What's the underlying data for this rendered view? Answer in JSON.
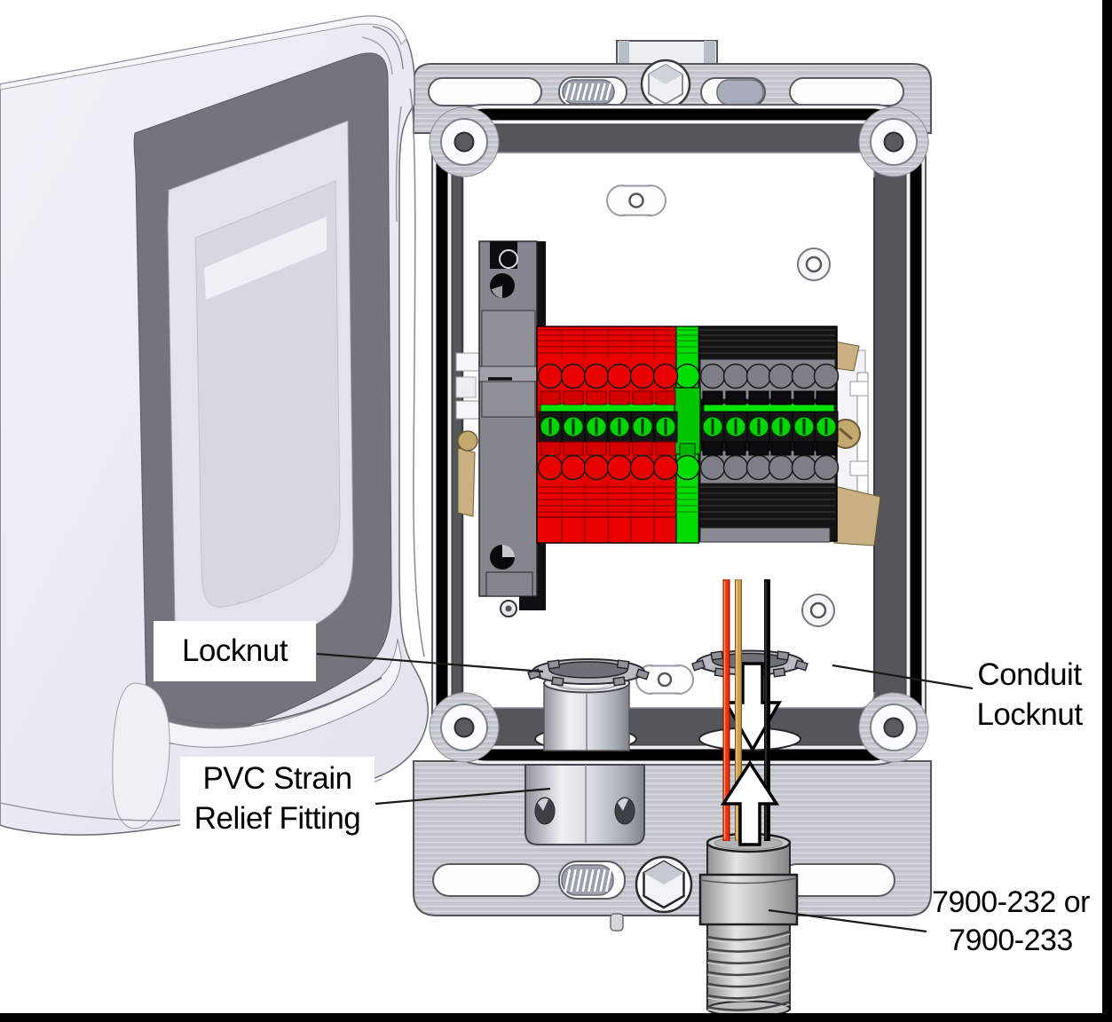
{
  "figure": {
    "description": "Open electrical enclosure with DIN-rail terminal blocks, strain relief fitting and flexible conduit"
  },
  "labels": {
    "locknut": "Locknut",
    "pvc_strain_relief": {
      "line1": "PVC Strain",
      "line2": "Relief Fitting"
    },
    "conduit_locknut": {
      "line1": "Conduit",
      "line2": "Locknut"
    },
    "part_number": {
      "line1": "7900-232 or",
      "line2": "7900-233"
    }
  },
  "colors": {
    "terminal_red": "#e80000",
    "terminal_green": "#00dc00",
    "terminal_black": "#141414",
    "bus_green": "#00e400",
    "screw_green": "#00d400",
    "wire_red": "#f63000",
    "wire_tan": "#cf9f4e",
    "wire_black": "#2a2a2a",
    "din_endstop_tan": "#c9b183",
    "flange_metal": "#c7cad0"
  }
}
